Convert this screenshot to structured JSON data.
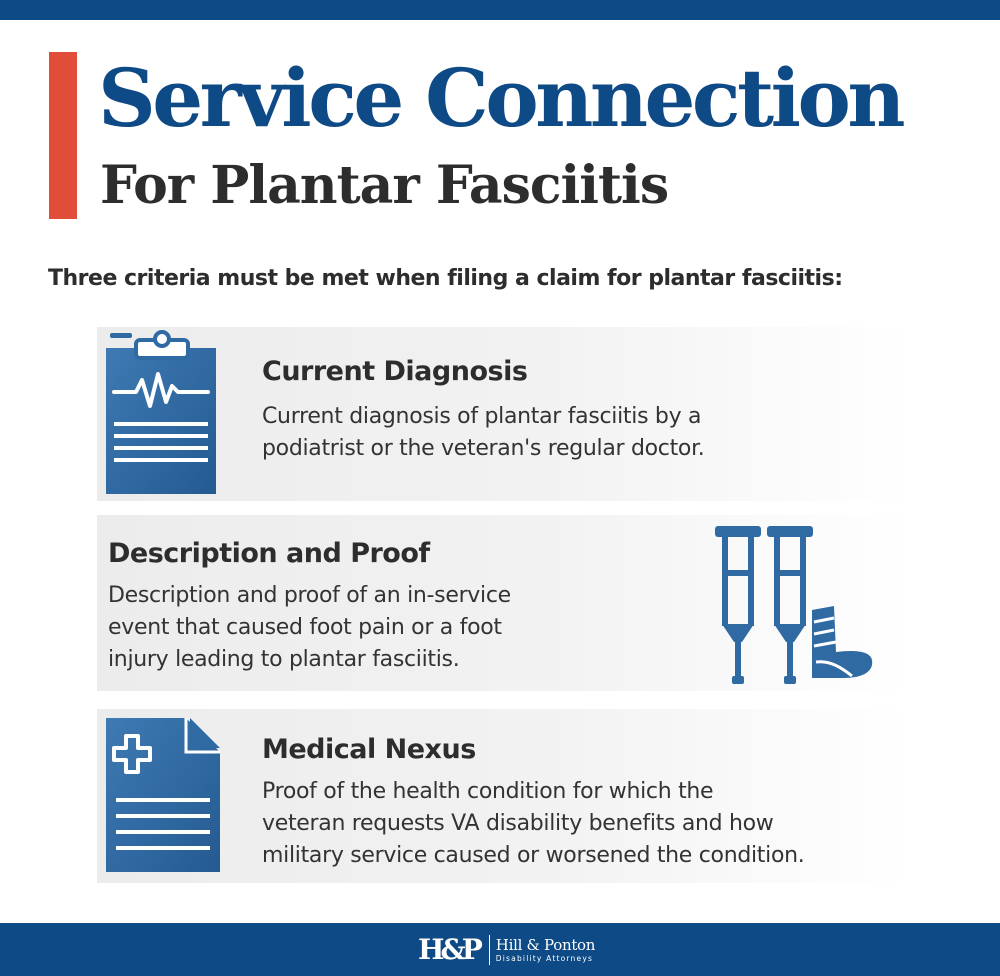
{
  "header": {
    "title": "Service Connection",
    "subtitle": "For Plantar Fasciitis"
  },
  "intro": "Three criteria must be met when filing a claim for plantar fasciitis:",
  "criteria": [
    {
      "title": "Current Diagnosis",
      "lines": [
        "Current diagnosis of plantar fasciitis by a",
        "podiatrist or the veteran's regular doctor."
      ],
      "icon": "clipboard-icon"
    },
    {
      "title": "Description and Proof",
      "lines": [
        "Description and proof of an in-service",
        "event that caused foot pain or a foot",
        "injury leading to plantar fasciitis."
      ],
      "icon": "crutches-icon"
    },
    {
      "title": "Medical Nexus",
      "lines": [
        "Proof of the health condition for which the",
        "veteran requests VA disability benefits and how",
        "military service caused or worsened the condition."
      ],
      "icon": "medical-document-icon"
    }
  ],
  "footer": {
    "logo_mark": "H&P",
    "firm_name": "Hill & Ponton",
    "tagline": "Disability Attorneys"
  },
  "colors": {
    "brand_blue": "#0e4a86",
    "accent_red": "#e04e39",
    "icon_blue": "#2f6aa3",
    "text_dark": "#2d2d2d"
  }
}
